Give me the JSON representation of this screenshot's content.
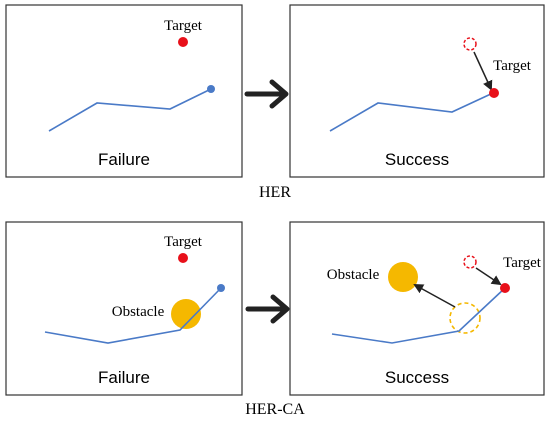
{
  "colors": {
    "path": "#4a7ac7",
    "target": "#e8101a",
    "obstacle": "#f5b800",
    "arrow": "#222222",
    "panel_border": "#333333",
    "background": "#ffffff"
  },
  "her": {
    "caption": "HER",
    "left": {
      "status": "Failure",
      "target_label": "Target"
    },
    "right": {
      "status": "Success",
      "target_label": "Target"
    }
  },
  "her_ca": {
    "caption": "HER-CA",
    "left": {
      "status": "Failure",
      "target_label": "Target",
      "obstacle_label": "Obstacle"
    },
    "right": {
      "status": "Success",
      "target_label": "Target",
      "obstacle_label": "Obstacle"
    }
  },
  "icons": {
    "transition_arrow": "right-arrow-icon",
    "relabel_arrow": "relabel-arrow-icon",
    "target_marker": "red-dot-icon",
    "original_target_marker": "dashed-circle-icon",
    "obstacle_marker": "filled-yellow-circle-icon"
  }
}
